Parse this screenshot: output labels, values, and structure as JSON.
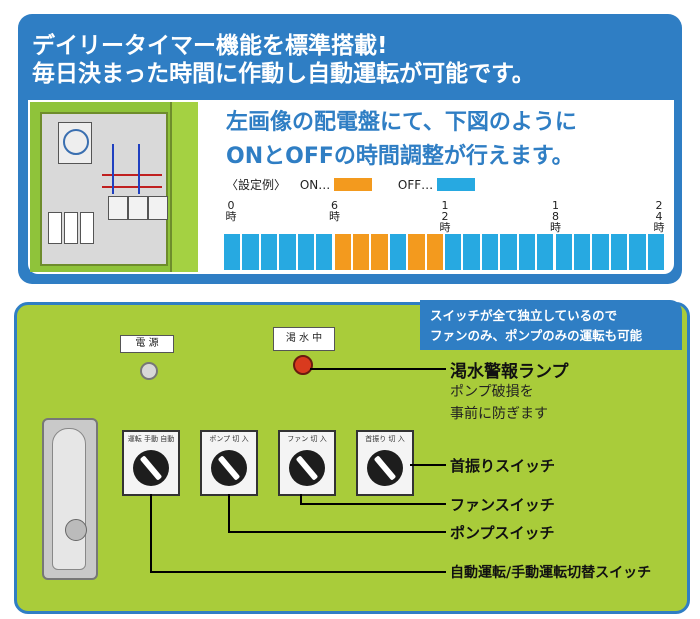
{
  "header": {
    "line1": "デイリータイマー機能を標準搭載!",
    "line2": "毎日決まった時間に作動し自動運転が可能です。"
  },
  "timer": {
    "desc_line1": "左画像の配電盤にて、下図のように",
    "desc_line2": "ONとOFFの時間調整が行えます。",
    "legend_title": "〈設定例〉",
    "legend_on": "ON…",
    "legend_off": "OFF…",
    "on_color": "#f39a1e",
    "off_color": "#27a9e1",
    "ticks": [
      {
        "hour": "0",
        "unit": "時"
      },
      {
        "hour": "6",
        "unit": "時"
      },
      {
        "hour": "12",
        "unit": "時"
      },
      {
        "hour": "18",
        "unit": "時"
      },
      {
        "hour": "24",
        "unit": "時"
      }
    ],
    "schedule": [
      "off",
      "off",
      "off",
      "off",
      "off",
      "off",
      "off",
      "off",
      "off",
      "off",
      "off",
      "off",
      "on",
      "on",
      "on",
      "on",
      "on",
      "off",
      "off",
      "on",
      "on",
      "on",
      "on",
      "off",
      "off",
      "off",
      "off",
      "off",
      "off",
      "off",
      "off",
      "off",
      "off",
      "off",
      "off",
      "off",
      "off",
      "off",
      "off",
      "off",
      "off",
      "off",
      "off",
      "off",
      "off",
      "off",
      "off",
      "off"
    ]
  },
  "panel": {
    "note_line1": "スイッチが全て独立しているので",
    "note_line2": "ファンのみ、ポンプのみの運転も可能",
    "power_plate": "電 源",
    "water_plate": "渇 水 中",
    "switch_labels": [
      "運転 手動 自動",
      "ポンプ 切 入",
      "ファン 切 入",
      "首振り 切 入"
    ],
    "callouts": {
      "lamp": "渇水警報ランプ",
      "lamp_desc_1": "ポンプ破損を",
      "lamp_desc_2": "事前に防ぎます",
      "swing": "首振りスイッチ",
      "fan": "ファンスイッチ",
      "pump": "ポンプスイッチ",
      "mode": "自動運転/手動運転切替スイッチ"
    }
  }
}
